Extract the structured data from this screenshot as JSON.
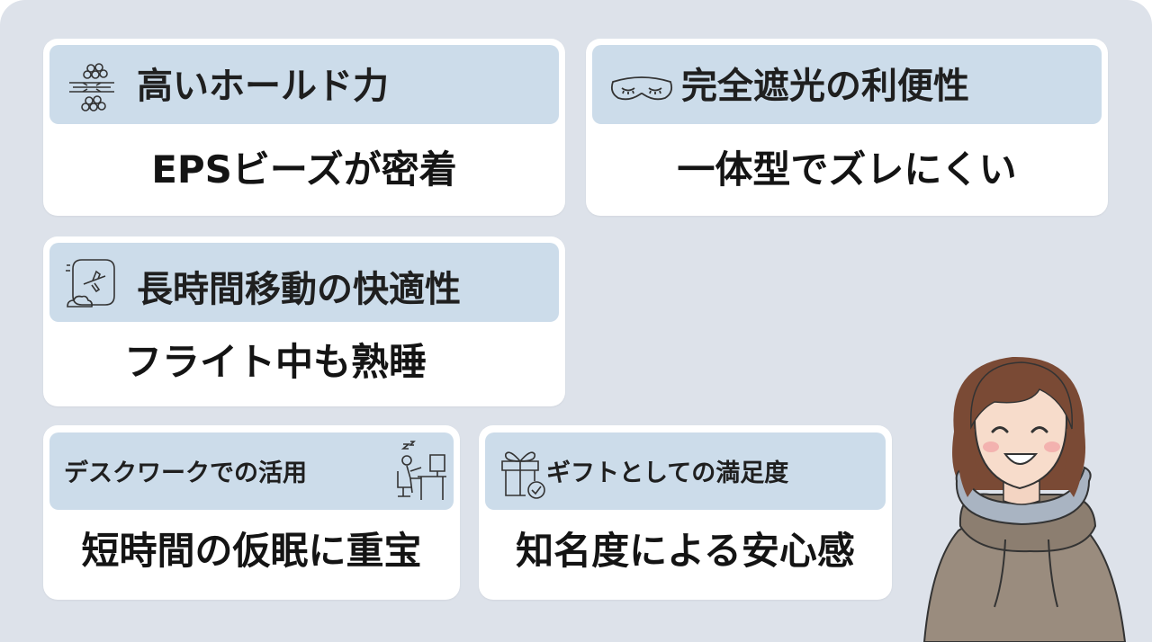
{
  "cards": [
    {
      "heading": "高いホールド力",
      "body": "EPSビーズが密着",
      "icon": "beads-compress-icon"
    },
    {
      "heading": "完全遮光の利便性",
      "body": "一体型でズレにくい",
      "icon": "sleep-mask-icon"
    },
    {
      "heading": "長時間移動の快適性",
      "body": "フライト中も熟睡",
      "icon": "airplane-window-icon"
    },
    {
      "heading": "デスクワークでの活用",
      "body": "短時間の仮眠に重宝",
      "icon": "desk-nap-icon"
    },
    {
      "heading": "ギフトとしての満足度",
      "body": "知名度による安心感",
      "icon": "gift-check-icon"
    }
  ],
  "colors": {
    "background": "#dde2ea",
    "card": "#ffffff",
    "band": "#ccdcea",
    "text": "#1f1f1f"
  }
}
